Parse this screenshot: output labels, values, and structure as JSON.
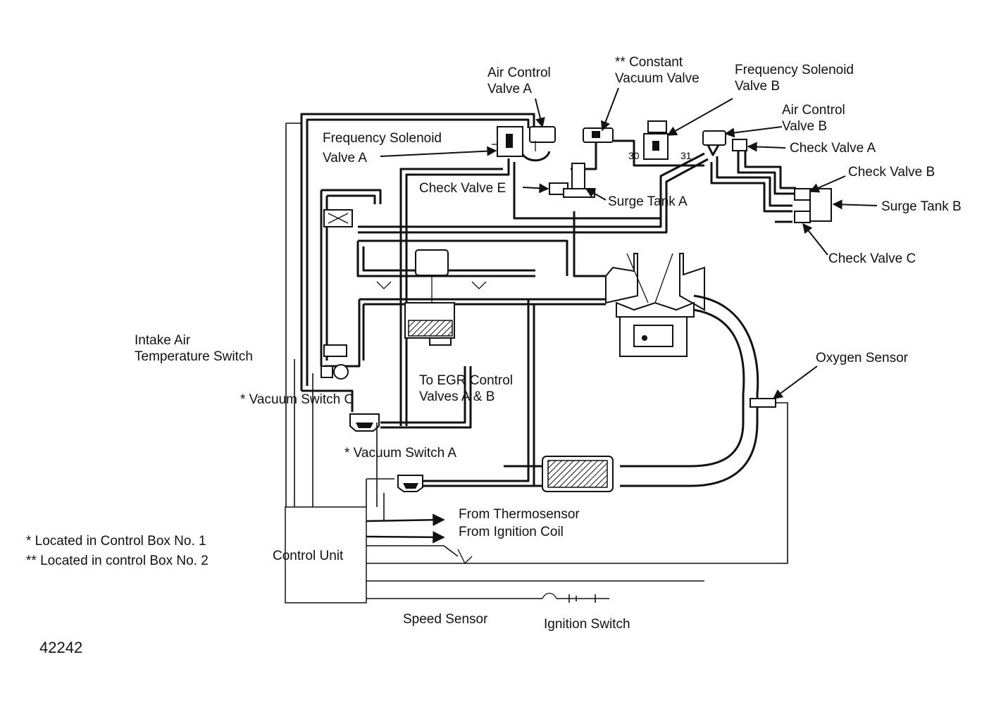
{
  "diagram_id": "42242",
  "labels": {
    "air_control_valve_a": [
      "Air Control",
      "Valve A"
    ],
    "constant_vacuum_valve": [
      "** Constant",
      "Vacuum Valve"
    ],
    "frequency_solenoid_valve_b": [
      "Frequency Solenoid",
      "Valve B"
    ],
    "air_control_valve_b": [
      "Air Control",
      "Valve B"
    ],
    "check_valve_a": "Check Valve A",
    "check_valve_b": "Check Valve B",
    "surge_tank_b": "Surge Tank B",
    "check_valve_c": "Check Valve C",
    "frequency_solenoid_valve_a": [
      "Frequency Solenoid",
      "Valve A"
    ],
    "check_valve_e": "Check Valve E",
    "surge_tank_a": "Surge Tank A",
    "intake_air_temperature_switch": [
      "Intake Air",
      "Temperature Switch"
    ],
    "oxygen_sensor": "Oxygen Sensor",
    "vacuum_switch_c": "* Vacuum Switch C",
    "egr_control_valves": [
      "To EGR Control",
      "Valves A & B"
    ],
    "vacuum_switch_a": "* Vacuum Switch A",
    "from_thermosensor": "From Thermosensor",
    "from_ignition_coil": "From Ignition Coil",
    "control_unit": "Control Unit",
    "speed_sensor": "Speed Sensor",
    "ignition_switch": "Ignition Switch"
  },
  "notes": {
    "box1": "* Located in Control Box No. 1",
    "box2": "** Located in control Box No. 2"
  },
  "port_numbers": {
    "port_30": "30",
    "port_31": "31"
  },
  "colors": {
    "ink": "#111111",
    "background": "#ffffff"
  }
}
